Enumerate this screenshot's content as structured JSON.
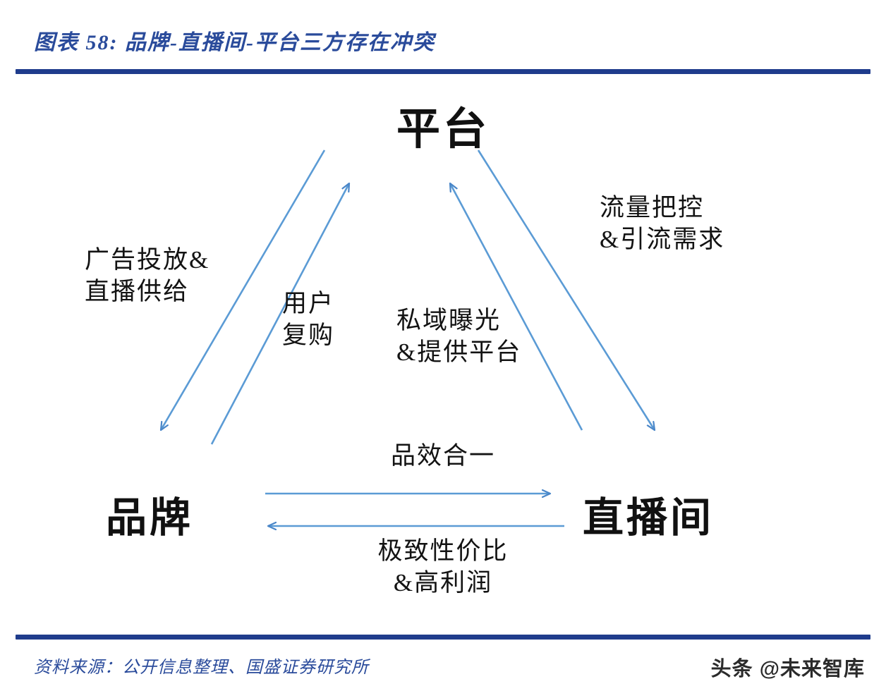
{
  "header": {
    "figure_label": "图表 58:",
    "title": "品牌-直播间-平台三方存在冲突",
    "full_title": "图表 58:  品牌-直播间-平台三方存在冲突",
    "rule_color": "#1f3c8c",
    "title_color": "#2a4b9b"
  },
  "footer": {
    "source": "资料来源：公开信息整理、国盛证券研究所",
    "watermark": "头条 @未来智库",
    "rule_color": "#1f3c8c"
  },
  "diagram": {
    "type": "triangle-relationship",
    "arrow_color": "#5b9bd5",
    "node_color": "#111111",
    "nodes": [
      {
        "id": "platform",
        "label": "平台",
        "position": "top-center"
      },
      {
        "id": "brand",
        "label": "品牌",
        "position": "bottom-left"
      },
      {
        "id": "room",
        "label": "直播间",
        "position": "bottom-right"
      }
    ],
    "edges": [
      {
        "id": "platform-to-brand",
        "from": "platform",
        "to": "brand",
        "label_lines": [
          "广告投放&",
          "直播供给"
        ],
        "direction": "down-left"
      },
      {
        "id": "brand-to-platform",
        "from": "brand",
        "to": "platform",
        "label_lines": [
          "用户",
          "复购"
        ],
        "direction": "up-right"
      },
      {
        "id": "room-to-platform",
        "from": "room",
        "to": "platform",
        "label_lines": [
          "私域曝光",
          "&提供平台"
        ],
        "direction": "up-left"
      },
      {
        "id": "platform-to-room",
        "from": "platform",
        "to": "room",
        "label_lines": [
          "流量把控",
          "&引流需求"
        ],
        "direction": "down-right"
      },
      {
        "id": "brand-to-room",
        "from": "brand",
        "to": "room",
        "label_lines": [
          "品效合一"
        ],
        "direction": "right"
      },
      {
        "id": "room-to-brand",
        "from": "room",
        "to": "brand",
        "label_lines": [
          "极致性价比",
          "&高利润"
        ],
        "direction": "left"
      }
    ],
    "labels": {
      "ad_line1": "广告投放&",
      "ad_line2": "直播供给",
      "traffic_line1": "流量把控",
      "traffic_line2": "&引流需求",
      "user_line1": "用户",
      "user_line2": "复购",
      "private_line1": "私域曝光",
      "private_line2": "&提供平台",
      "pinxiao": "品效合一",
      "cost_line1": "极致性价比",
      "cost_line2": "&高利润"
    }
  }
}
